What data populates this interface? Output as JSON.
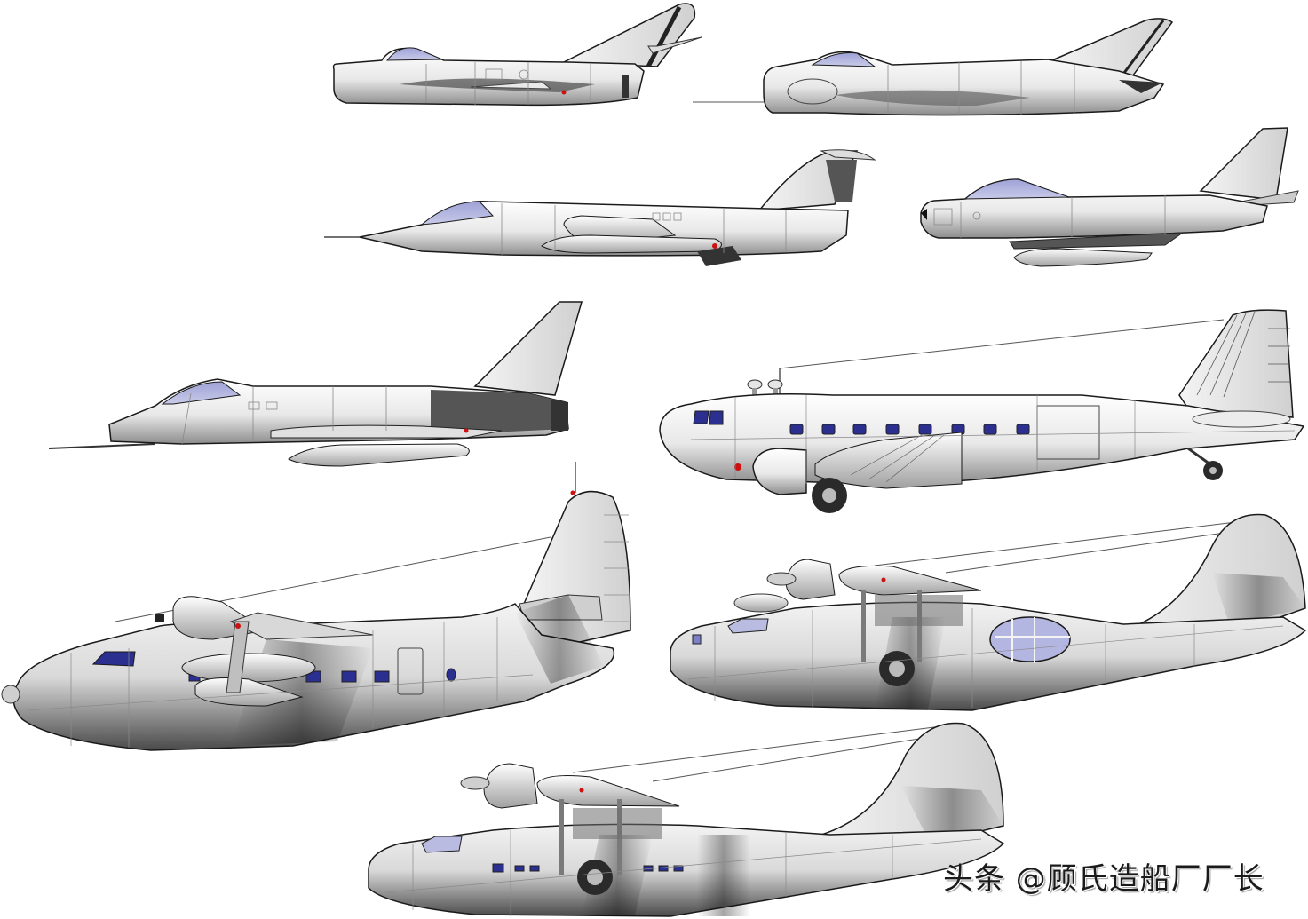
{
  "sheet": {
    "background": "#ffffff",
    "palette": {
      "skin_light": "#f4f4f4",
      "skin_mid": "#d2d2d2",
      "skin_dark": "#6e6e6e",
      "outline": "#1a1a1a",
      "panel_line": "#8a8a8a",
      "canopy": "#b9bbe0",
      "window_blue": "#2b2f8f",
      "marker_red": "#cc1111",
      "tire": "#2a2a2a"
    },
    "aircraft": [
      {
        "id": "jet-1",
        "icon": "swept-wing-jet-fighter-icon",
        "row": 1,
        "position": "top-left"
      },
      {
        "id": "jet-2",
        "icon": "swept-wing-jet-fighter-icon",
        "row": 1,
        "position": "top-right"
      },
      {
        "id": "jet-3",
        "icon": "needle-nose-interceptor-icon",
        "row": 2,
        "position": "left"
      },
      {
        "id": "jet-4",
        "icon": "swept-wing-jet-fighter-icon",
        "row": 2,
        "position": "right"
      },
      {
        "id": "jet-5",
        "icon": "supersonic-fighter-bomber-icon",
        "row": 3,
        "position": "left"
      },
      {
        "id": "transport-1",
        "icon": "twin-engine-transport-icon",
        "row": 3,
        "position": "right"
      },
      {
        "id": "amphibian-1",
        "icon": "amphibian-flying-boat-icon",
        "row": 4,
        "position": "left"
      },
      {
        "id": "flyingboat-1",
        "icon": "parasol-wing-flying-boat-icon",
        "row": 4,
        "position": "right"
      },
      {
        "id": "flyingboat-2",
        "icon": "parasol-wing-flying-boat-icon",
        "row": 5,
        "position": "center"
      }
    ]
  },
  "watermark": {
    "text": "头条 @顾氏造船厂厂长"
  }
}
